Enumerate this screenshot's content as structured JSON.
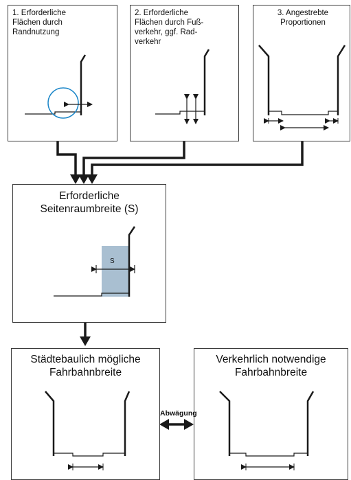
{
  "diagram": {
    "top_boxes": [
      {
        "text": "1. Erforderliche\nFlächen durch\nRandnutzung"
      },
      {
        "text": "2. Erforderliche\nFlächen durch Fuß-\nverkehr, ggf. Rad-\nverkehr"
      },
      {
        "text": "3. Angestrebte\nProportionen"
      }
    ],
    "middle_box": {
      "text": "Erforderliche\nSeitenraumbreite (S)",
      "s_label": "S"
    },
    "bottom_left": {
      "text": "Städtebaulich mögliche\nFahrbahnbreite"
    },
    "bottom_right": {
      "text": "Verkehrlich notwendige\nFahrbahnbreite"
    },
    "balance_label": "Abwägung",
    "colors": {
      "circle": "#1e88c9",
      "shade": "#a9bfd1",
      "line": "#1a1a1a"
    }
  }
}
